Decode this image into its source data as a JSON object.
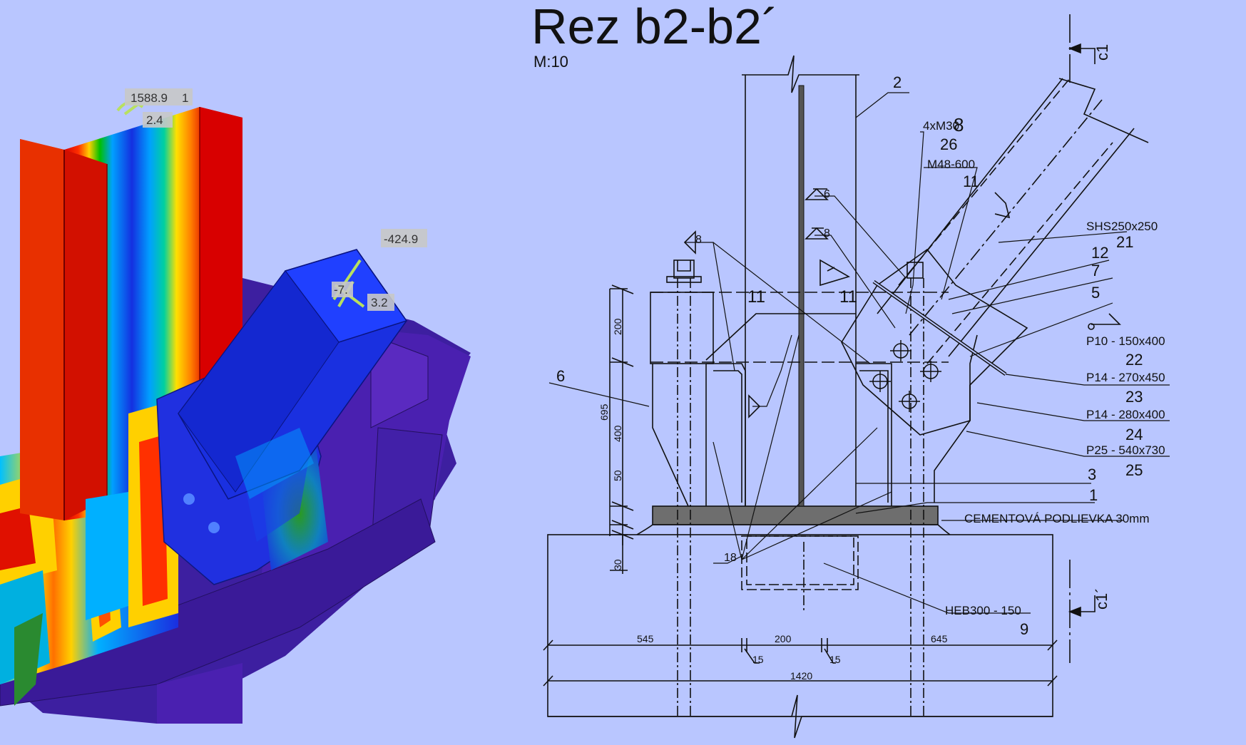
{
  "title": "Rez b2-b2´",
  "scale": "M:10",
  "fea": {
    "labels": [
      "1588.9",
      "1",
      "2.4",
      "-424.9",
      "-7.",
      "3.2"
    ],
    "colors": {
      "high": "#d80000",
      "mid": "#ffe000",
      "low": "#1430e0",
      "min": "#3d1fa0"
    }
  },
  "drawing": {
    "section_marks": [
      "c1",
      "c1´"
    ],
    "callouts": [
      "2",
      "4xM30",
      "8",
      "26",
      "M48-600",
      "11",
      "SHS250x250",
      "21",
      "12",
      "7",
      "5",
      "P10 - 150x400",
      "22",
      "P14 - 270x450",
      "23",
      "P14 - 280x400",
      "24",
      "P25 - 540x730",
      "25",
      "3",
      "1",
      "CEMENTOVÁ PODLIEVKA 30mm",
      "6",
      "HEB300 - 150",
      "9"
    ],
    "welds": [
      "6",
      "8",
      "8",
      "18"
    ],
    "markers": [
      "11",
      "11"
    ],
    "dims_vertical": [
      "200",
      "695",
      "400",
      "50",
      "30"
    ],
    "dims_horizontal": [
      "545",
      "200",
      "645",
      "15",
      "15",
      "1420"
    ]
  }
}
